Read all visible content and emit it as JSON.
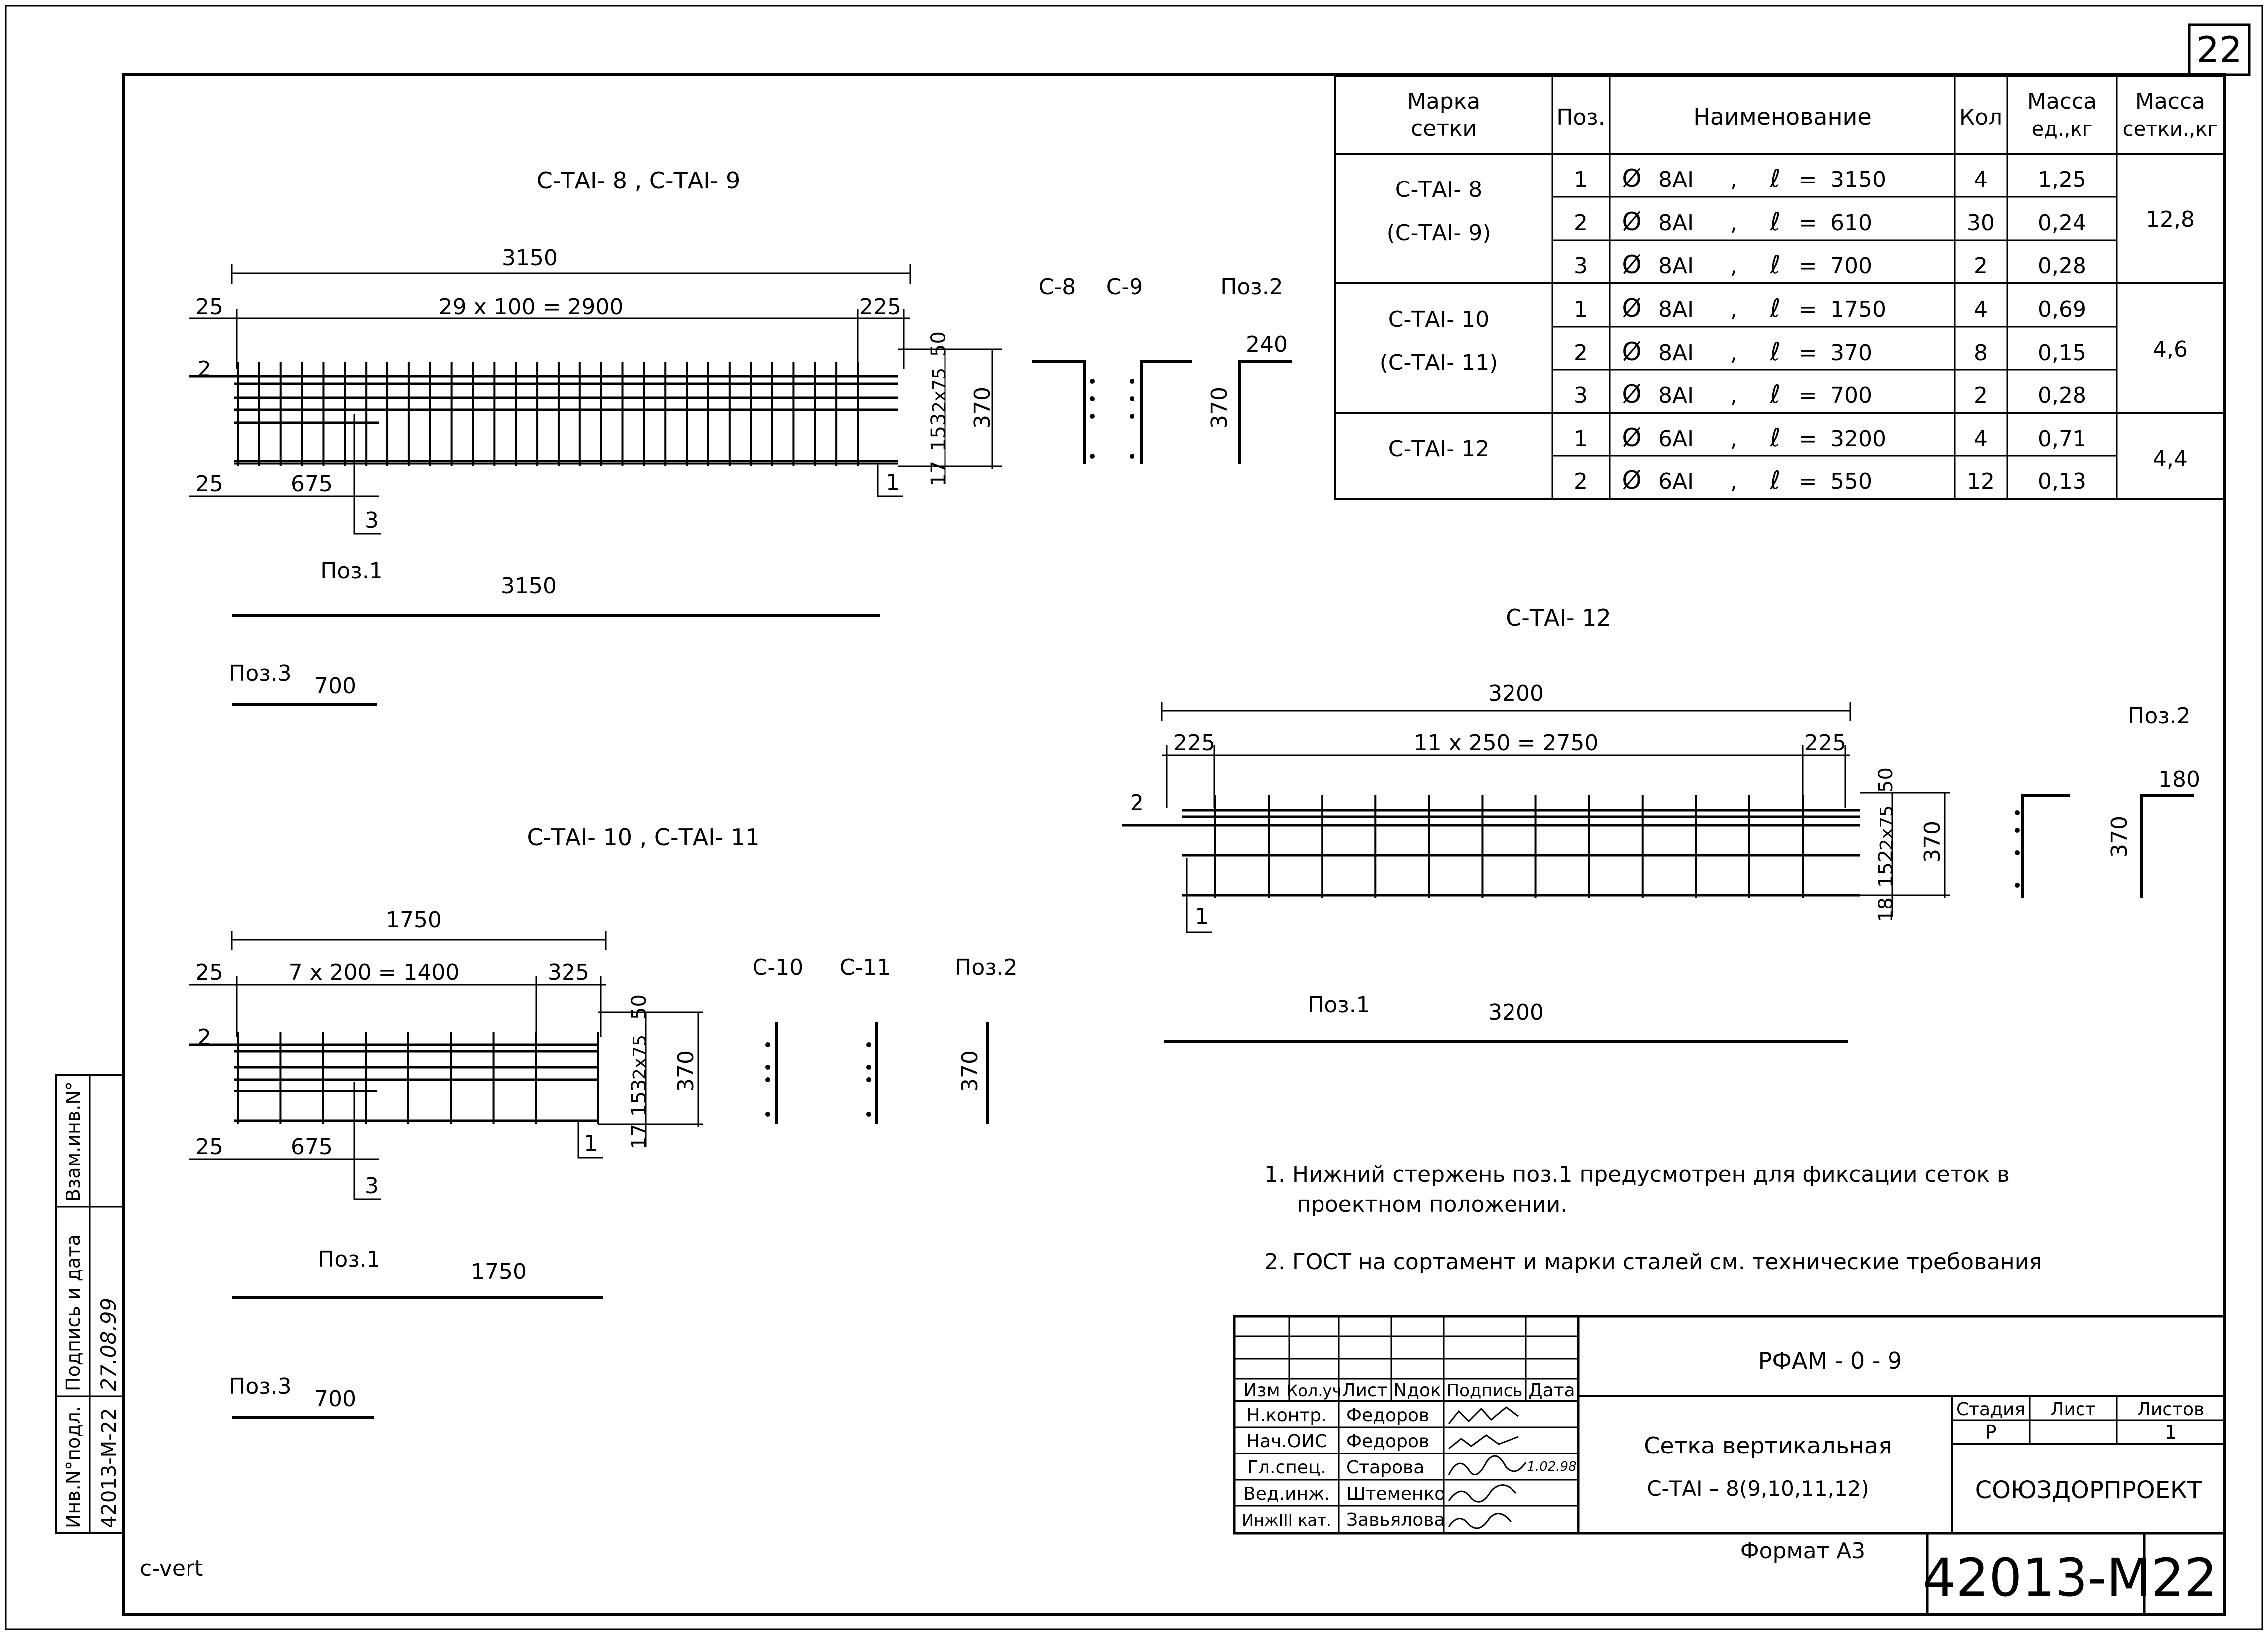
{
  "sheet": {
    "number": "22",
    "filename": "c-vert",
    "format_label": "Формат А3"
  },
  "spec_table": {
    "headers": [
      "Марка\nсетки",
      "Поз.",
      "Наименование",
      "Кол",
      "Масса\nед.,кг",
      "Масса\nсетки.,кг"
    ],
    "groups": [
      {
        "mark": "С-ТАI- 8",
        "mark2": "(С-ТАI- 9)",
        "mass": "12,8",
        "rows": [
          {
            "pos": "1",
            "dia": "8АI",
            "len": "3150",
            "qty": "4",
            "unit_mass": "1,25"
          },
          {
            "pos": "2",
            "dia": "8АI",
            "len": "610",
            "qty": "30",
            "unit_mass": "0,24"
          },
          {
            "pos": "3",
            "dia": "8АI",
            "len": "700",
            "qty": "2",
            "unit_mass": "0,28"
          }
        ]
      },
      {
        "mark": "С-ТАI- 10",
        "mark2": "(С-ТАI- 11)",
        "mass": "4,6",
        "rows": [
          {
            "pos": "1",
            "dia": "8АI",
            "len": "1750",
            "qty": "4",
            "unit_mass": "0,69"
          },
          {
            "pos": "2",
            "dia": "8АI",
            "len": "370",
            "qty": "8",
            "unit_mass": "0,15"
          },
          {
            "pos": "3",
            "dia": "8АI",
            "len": "700",
            "qty": "2",
            "unit_mass": "0,28"
          }
        ]
      },
      {
        "mark": "С-ТАI- 12",
        "mark2": "",
        "mass": "4,4",
        "rows": [
          {
            "pos": "1",
            "dia": "6АI",
            "len": "3200",
            "qty": "4",
            "unit_mass": "0,71"
          },
          {
            "pos": "2",
            "dia": "6АI",
            "len": "550",
            "qty": "12",
            "unit_mass": "0,13"
          }
        ]
      }
    ],
    "symbols": {
      "diameter": "Ø",
      "length": "ℓ",
      "eq": "="
    }
  },
  "mesh_8_9": {
    "title": "С-ТАI- 8 , С-ТАI- 9",
    "overall": "3150",
    "spacing_dim": "29 х 100 = 2900",
    "left_end": "25",
    "right_end": "225",
    "top_gap": "50",
    "mid_dim": "2x75",
    "bottom_gap": "153",
    "bottom_end": "17",
    "height": "370",
    "left_bottom": "25",
    "pos3_offset": "675",
    "callout_2": "2",
    "callout_3": "3",
    "callout_1": "1",
    "section_c8": "С-8",
    "section_c9": "С-9",
    "pos2_label": "Поз.2",
    "pos2_width": "240",
    "pos2_height": "370",
    "pos1_label": "Поз.1",
    "pos1_len": "3150",
    "pos3_label": "Поз.3",
    "pos3_len": "700"
  },
  "mesh_10_11": {
    "title": "С-ТАI- 10 , С-ТАI- 11",
    "overall": "1750",
    "spacing_dim": "7 х 200 = 1400",
    "left_end": "25",
    "right_end": "325",
    "top_gap": "50",
    "mid_dim": "2x75",
    "bottom_gap": "153",
    "bottom_end": "17",
    "height": "370",
    "left_bottom": "25",
    "pos3_offset": "675",
    "callout_2": "2",
    "callout_3": "3",
    "callout_1": "1",
    "section_c10": "С-10",
    "section_c11": "С-11",
    "pos2_label": "Поз.2",
    "pos2_height": "370",
    "pos1_label": "Поз.1",
    "pos1_len": "1750",
    "pos3_label": "Поз.3",
    "pos3_len": "700"
  },
  "mesh_12": {
    "title": "С-ТАI- 12",
    "overall": "3200",
    "spacing_dim": "11 х 250 = 2750",
    "left_end": "225",
    "right_end": "225",
    "top_gap": "50",
    "mid_dim": "2x75",
    "bottom_gap": "152",
    "bottom_end": "18",
    "height": "370",
    "callout_2": "2",
    "callout_1": "1",
    "pos2_label": "Поз.2",
    "pos2_width": "180",
    "pos2_height": "370",
    "pos1_label": "Поз.1",
    "pos1_len": "3200"
  },
  "notes": [
    "1. Нижний стержень поз.1 предусмотрен для фиксации сеток в",
    "проектном положении.",
    "2. ГОСТ на сортамент и марки сталей см. технические требования"
  ],
  "title_block": {
    "project_code": "РФАМ - 0 - 9",
    "col_headers": [
      "Изм",
      "Кол.уч",
      "Лист",
      "Nдок",
      "Подпись",
      "Дата"
    ],
    "roles": [
      {
        "role": "Н.контр.",
        "name": "Федоров",
        "date": ""
      },
      {
        "role": "Нач.ОИС",
        "name": "Федоров",
        "date": ""
      },
      {
        "role": "Гл.спец.",
        "name": "Старова",
        "date": "1.02.98"
      },
      {
        "role": "Вед.инж.",
        "name": "Штеменко",
        "date": ""
      },
      {
        "role": "ИнжIII кат.",
        "name": "Завьялова",
        "date": ""
      }
    ],
    "drawing_title_1": "Сетка вертикальная",
    "drawing_title_2": "С-ТАI – 8(9,10,11,12)",
    "stage_header": "Стадия",
    "sheet_header": "Лист",
    "sheets_header": "Листов",
    "stage_value": "Р",
    "sheets_value": "1",
    "organization": "СОЮЗДОРПРОЕКТ",
    "doc_number": "42013-М",
    "doc_sheet": "22"
  },
  "side_stamp": {
    "inv_label": "Инв.N°подл.",
    "inv_value": "42013-М-22",
    "sign_label": "Подпись и дата",
    "sign_date": "27.08.99",
    "vzam_label": "Взам.инв.N°"
  }
}
